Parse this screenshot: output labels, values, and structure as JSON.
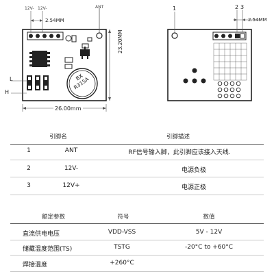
{
  "front_view": {
    "pin_label_1": "12V-",
    "pin_label_2": "12V-",
    "antenna_label": "ANT",
    "pitch": "2.54MM",
    "height_dim": "23.20MM",
    "width_dim": "26.00mm",
    "side_label_l": "L",
    "side_label_h": "H",
    "component_marking_1": "BX",
    "component_marking_2": "R315A"
  },
  "back_view": {
    "marker_1": "1",
    "marker_2": "2",
    "marker_3": "3",
    "pitch": "2.54MM"
  },
  "pin_table": {
    "headers": [
      "",
      "引脚名",
      "引脚描述"
    ],
    "rows": [
      {
        "no": "1",
        "name": "ANT",
        "desc": "RF信号输入脚，此引脚应该接入天线."
      },
      {
        "no": "2",
        "name": "12V-",
        "desc": "电源负极"
      },
      {
        "no": "3",
        "name": "12V+",
        "desc": "电源正极"
      }
    ]
  },
  "param_table": {
    "headers": [
      "额定参数",
      "符号",
      "数值"
    ],
    "rows": [
      {
        "param": "直流供电电压",
        "symbol": "VDD-VSS",
        "value": "5V - 12V"
      },
      {
        "param": "储藏温度范围(TS)",
        "symbol": "TSTG",
        "value": "-20°C to +60°C"
      },
      {
        "param": "焊接温度",
        "symbol": "+260°C",
        "value": ""
      }
    ]
  }
}
